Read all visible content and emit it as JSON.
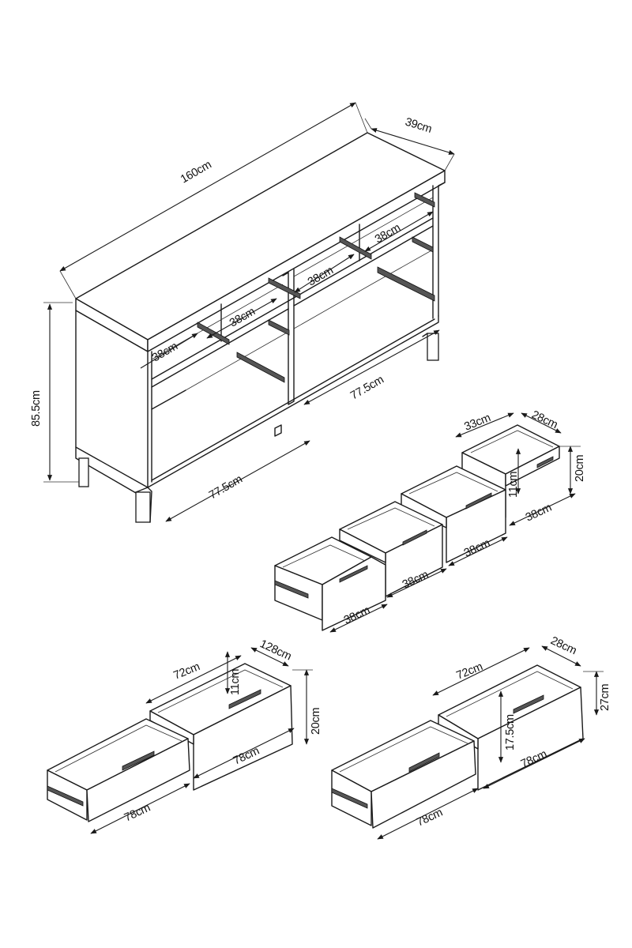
{
  "dimensions": {
    "width": "160cm",
    "depth": "39cm",
    "height": "85.5cm",
    "compartment_width_right": "77.5cm",
    "compartment_width_left": "77.5cm",
    "upper_shelf_1": "38cm",
    "upper_shelf_2": "38cm",
    "upper_shelf_3": "38cm",
    "upper_shelf_4": "38cm"
  },
  "small_drawers": {
    "width_a": "33cm",
    "depth": "28cm",
    "height": "20cm",
    "inner_height": "11cm",
    "front_1": "38cm",
    "front_2": "38cm",
    "front_3": "38cm",
    "front_4": "38cm"
  },
  "drawer_pair_a": {
    "inner_width": "72cm",
    "depth": "128cm",
    "inner_height": "11cm",
    "height": "20cm",
    "back_width": "78cm",
    "front_width": "78cm"
  },
  "drawer_pair_b": {
    "inner_width": "72cm",
    "depth": "28cm",
    "height": "27cm",
    "inner_height": "17.5cm",
    "back_width": "78cm",
    "front_width": "78cm"
  }
}
